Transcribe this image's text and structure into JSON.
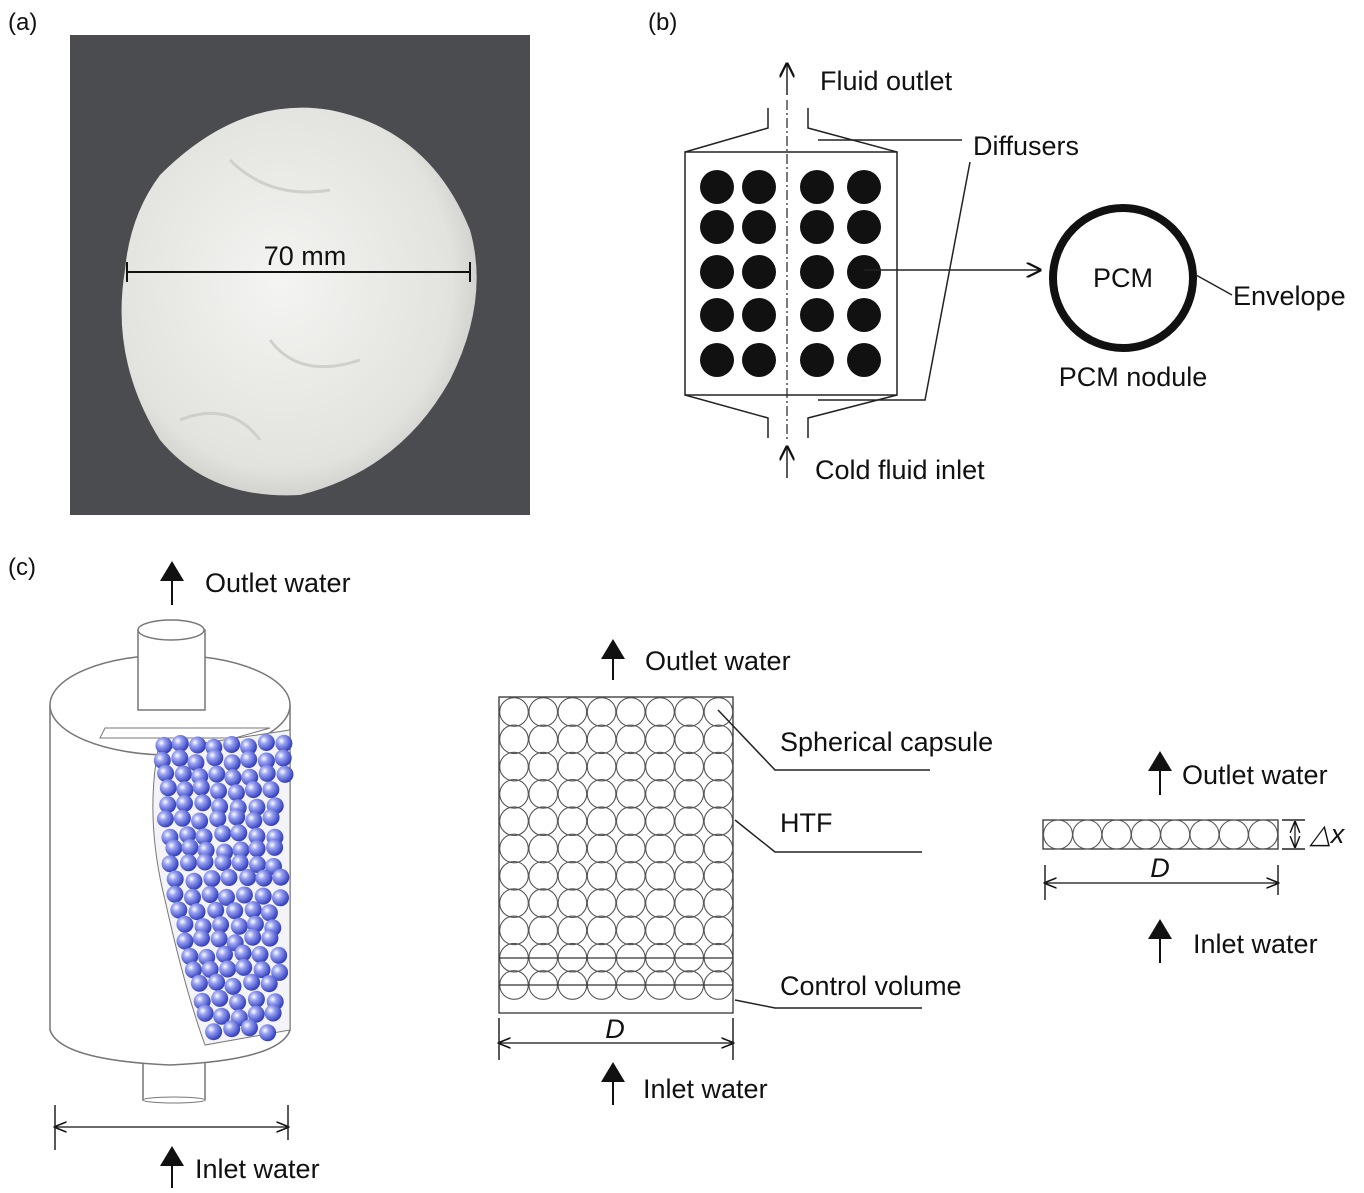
{
  "panels": {
    "a": {
      "label": "(a)",
      "dimension": "70 mm"
    },
    "b": {
      "label": "(b)",
      "fluid_outlet": "Fluid outlet",
      "diffusers": "Diffusers",
      "cold_fluid_inlet": "Cold fluid inlet",
      "pcm": "PCM",
      "envelope": "Envelope",
      "pcm_nodule": "PCM nodule"
    },
    "c": {
      "label": "(c)",
      "outlet_water": "Outlet water",
      "inlet_water": "Inlet water",
      "spherical_capsule": "Spherical capsule",
      "htf": "HTF",
      "control_volume": "Control volume",
      "diameter": "D",
      "delta_x": "△x"
    }
  },
  "colors": {
    "photo_bg": "#4a4c50",
    "capsule": "#e6e6e3",
    "sphere": "#4a58d6"
  }
}
